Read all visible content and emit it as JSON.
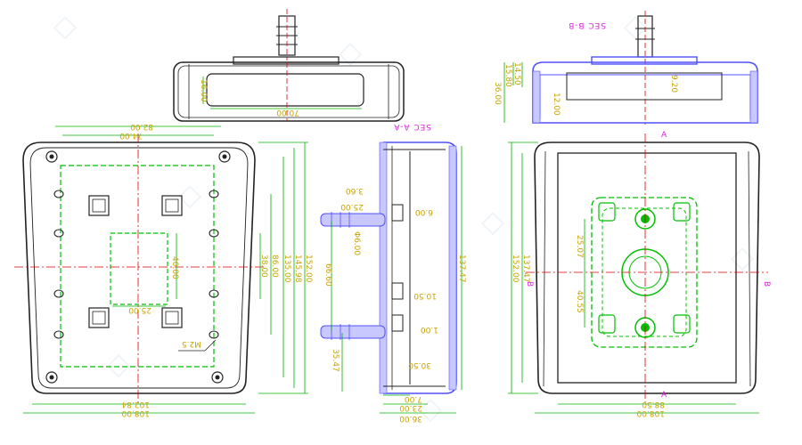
{
  "colors": {
    "outline": "#222222",
    "dimension": "#c8a200",
    "dimension_line": "#00b000",
    "centerline": "#e00000",
    "feature": "#00c000",
    "section_hatch": "#5050ff",
    "label": "#e020e0"
  },
  "section_titles": {
    "aa": "SEC A-A",
    "bb": "SEC B-B"
  },
  "axis_labels": {
    "a_top": "A",
    "a_bottom": "A",
    "b_left": "B",
    "b_right": "B"
  },
  "top_view": {
    "dim_height": "16.00",
    "dim_width": "70.00"
  },
  "section_bb": {
    "dim_a": "14.50",
    "dim_b": "15.80",
    "dim_c": "36.00",
    "dim_d": "12.00",
    "dim_e": "9.20"
  },
  "front_view": {
    "dim_top_outer": "82.00",
    "dim_top_inner": "74.00",
    "dim_bottom_inner": "102.84",
    "dim_bottom_outer": "108.00",
    "dim_h1": "152.00",
    "dim_h2": "145.98",
    "dim_h3": "135.00",
    "dim_h4": "86.00",
    "dim_h5": "38.00",
    "dim_center_v": "40.00",
    "dim_center_h": "25.00",
    "thread": "M2.5"
  },
  "section_aa": {
    "d1": "3.60",
    "d2": "25.00",
    "d3": "6.00",
    "d4": "Φ6.00",
    "d5": "66.60",
    "d6": "10.50",
    "d7": "1.00",
    "d8": "35.47",
    "d9": "30.50",
    "d10": "7.00",
    "d11": "23.00",
    "d12": "36.00",
    "d13": "137.47"
  },
  "back_view": {
    "dim_h1": "152.00",
    "dim_h2": "137.47",
    "dim_v1": "25.07",
    "dim_v2": "40.55",
    "dim_w_inner": "88.50",
    "dim_w_outer": "108.00"
  }
}
